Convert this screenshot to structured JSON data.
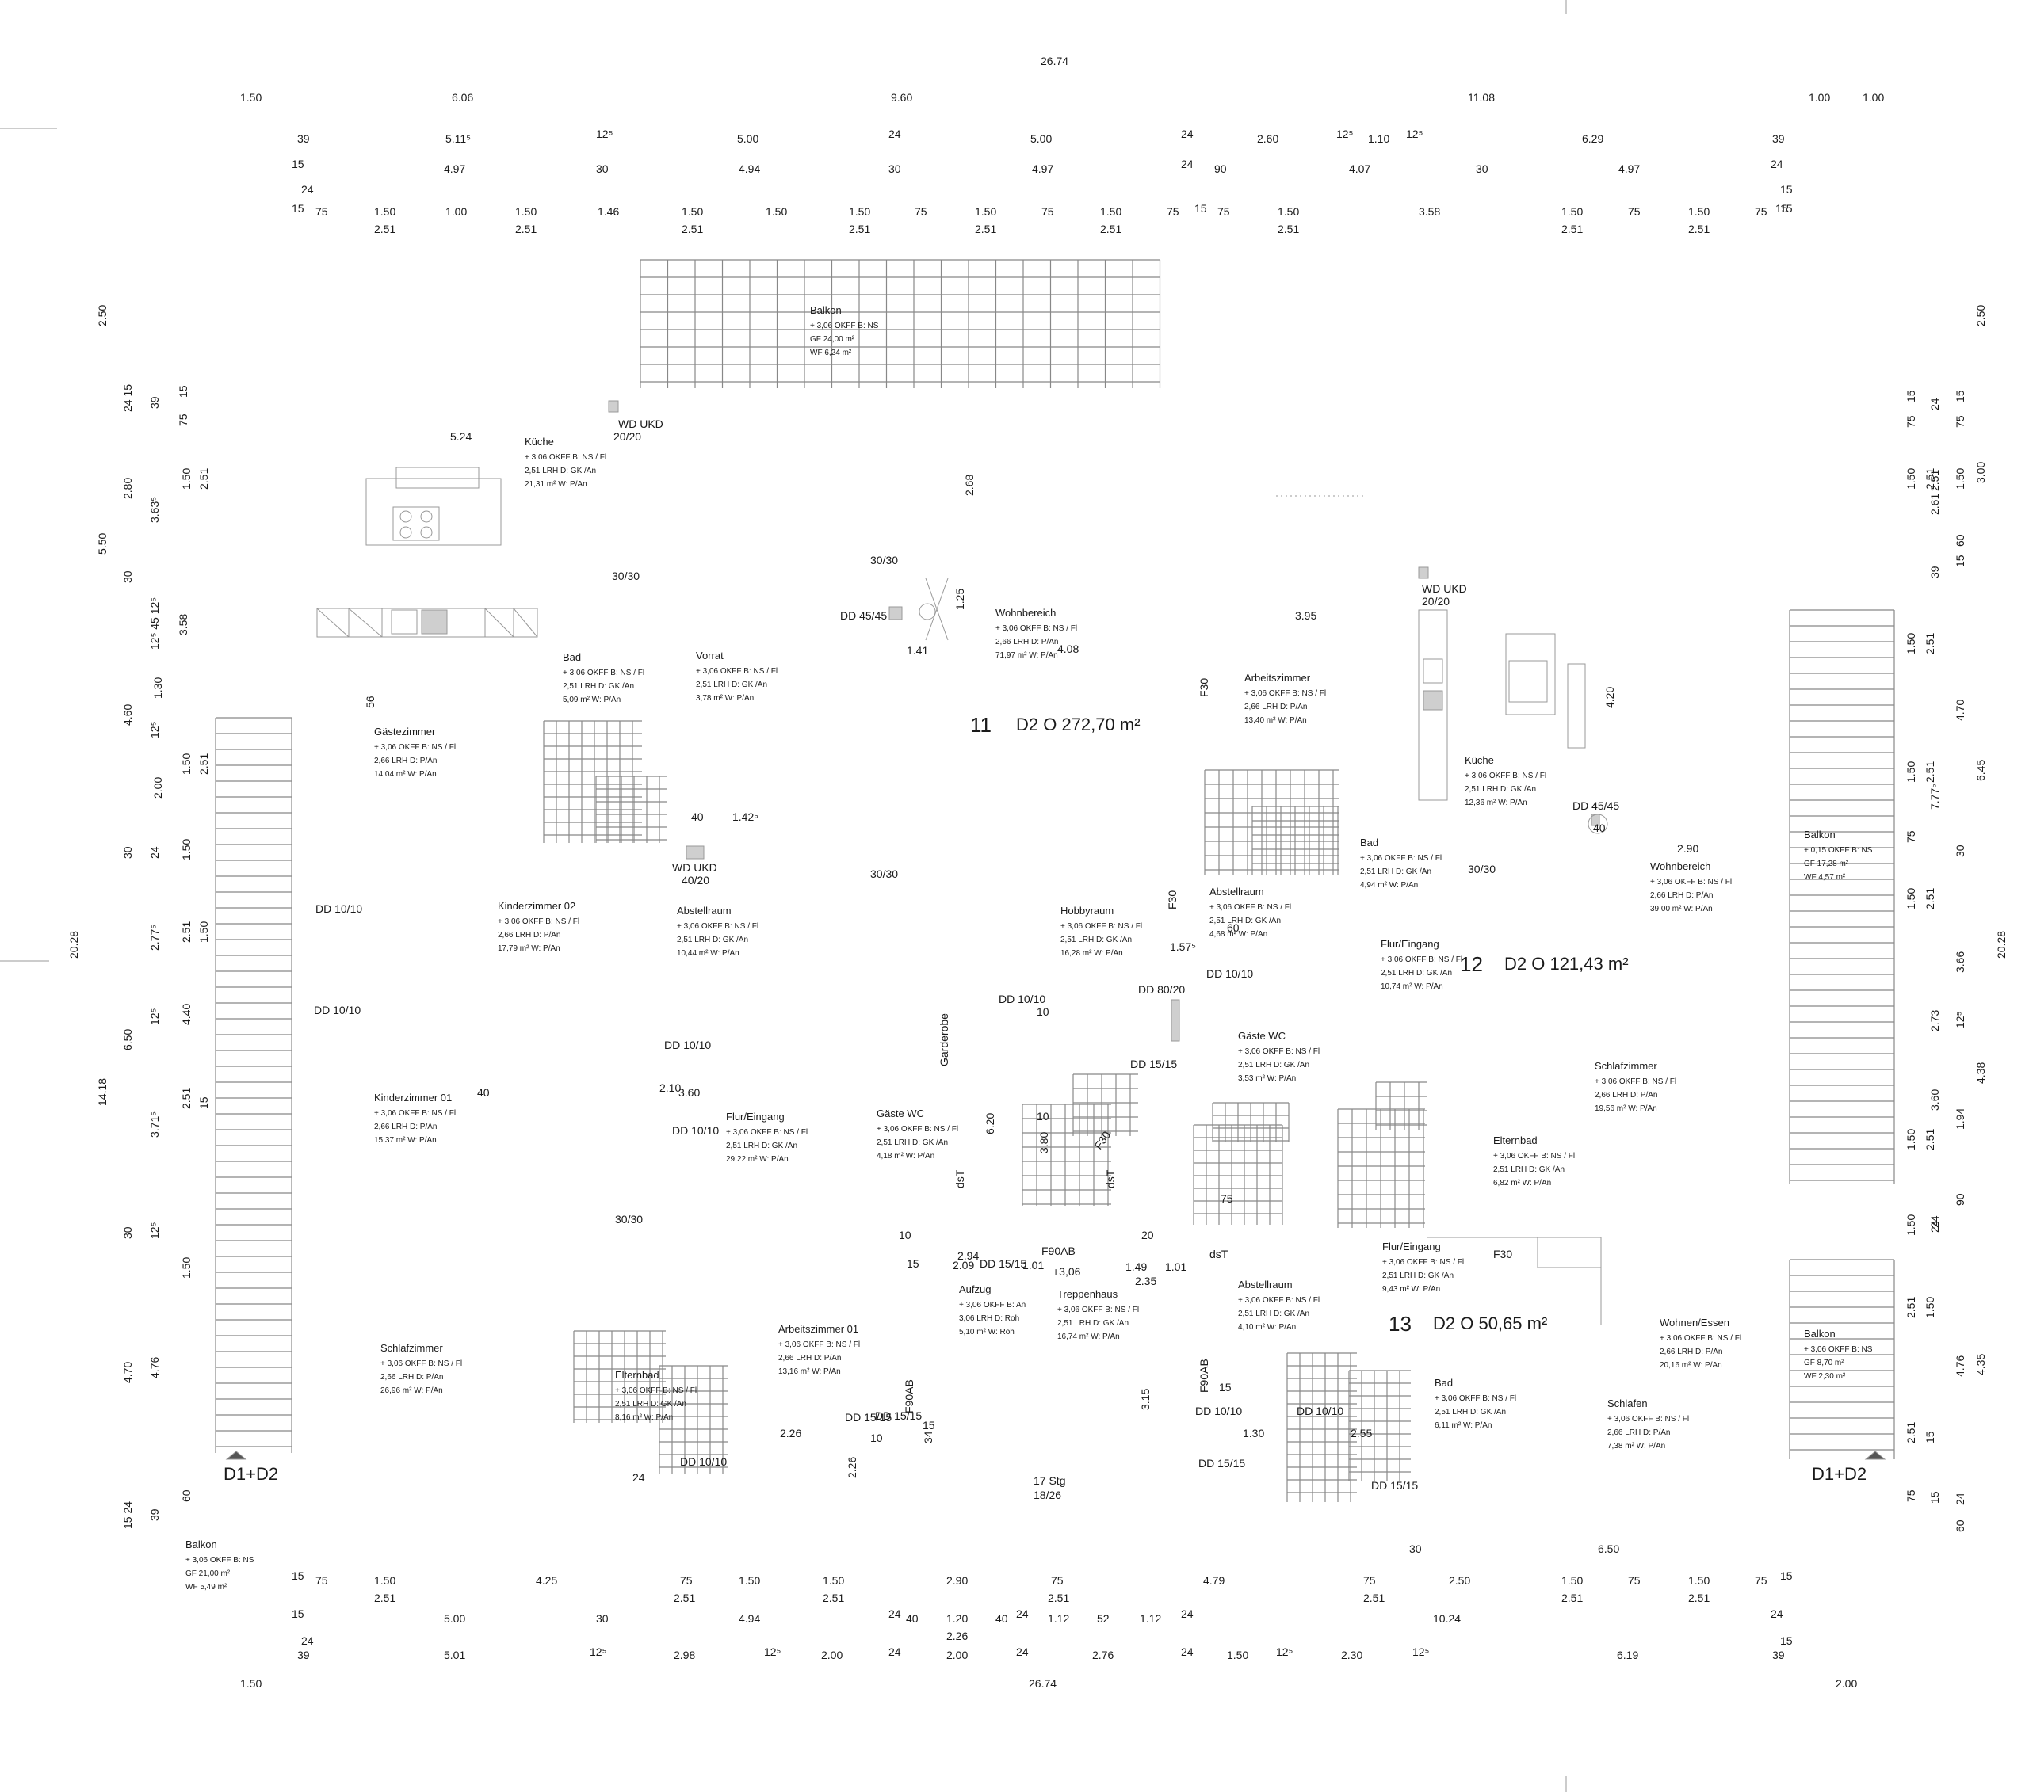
{
  "plan": {
    "top_dims": {
      "total": "26.74",
      "row1": [
        "1.50",
        "6.06",
        "9.60",
        "11.08",
        "1.00",
        "1.00"
      ],
      "row2": [
        "39",
        "5.11⁵",
        "12⁵",
        "5.00",
        "24",
        "5.00",
        "24",
        "2.60",
        "12⁵",
        "1.10",
        "12⁵",
        "6.29",
        "39"
      ],
      "row3": [
        "15",
        "4.97",
        "30",
        "4.94",
        "30",
        "4.97",
        "24",
        "90",
        "4.07",
        "30",
        "4.97",
        "24"
      ],
      "row4": [
        "24",
        "15"
      ],
      "row5": [
        "15",
        "75",
        "1.50",
        "1.00",
        "1.50",
        "1.46",
        "1.50",
        "1.50",
        "1.50",
        "75",
        "1.50",
        "75",
        "1.50",
        "75",
        "15",
        "75",
        "1.50",
        "3.58",
        "1.50",
        "75",
        "1.50",
        "75",
        "15",
        "15"
      ],
      "row6": [
        "2.51",
        "2.51",
        "2.51",
        "2.51",
        "2.51",
        "2.51",
        "2.51",
        "2.51",
        "2.51"
      ]
    },
    "bottom_dims": {
      "total": "26.74",
      "row1": [
        "15",
        "75",
        "1.50",
        "4.25",
        "75",
        "1.50",
        "1.50",
        "2.90",
        "75",
        "4.79",
        "75",
        "2.50",
        "1.50",
        "75",
        "1.50",
        "75",
        "15"
      ],
      "row2": [
        "2.51",
        "2.51",
        "2.51",
        "2.51",
        "2.51",
        "2.51",
        "2.51"
      ],
      "row3": [
        "15",
        "5.00",
        "30",
        "4.94",
        "24",
        "40",
        "1.20",
        "40",
        "24",
        "1.12",
        "52",
        "1.12",
        "24",
        "10.24",
        "24"
      ],
      "row3b": [
        "2.26"
      ],
      "row4": [
        "24",
        "39",
        "5.01",
        "12⁵",
        "2.98",
        "12⁵",
        "2.00",
        "24",
        "2.00",
        "24",
        "2.76",
        "24",
        "1.50",
        "12⁵",
        "2.30",
        "12⁵",
        "6.19",
        "15",
        "39"
      ],
      "row5": [
        "1.50",
        "2.00"
      ],
      "row0": [
        "30",
        "6.50"
      ]
    },
    "left_dims": {
      "total": "20.28",
      "outer": [
        "2.50",
        "5.50",
        "14.18"
      ],
      "mid": [
        "24 15",
        "2.80",
        "30",
        "4.60",
        "30",
        "6.50",
        "30",
        "4.70",
        "15 24"
      ],
      "inner": [
        "39",
        "3.63⁵",
        "12⁵ 45 12⁵",
        "12⁵",
        "24",
        "2.77⁵",
        "12⁵",
        "3.71⁵",
        "12⁵",
        "4.76",
        "39"
      ],
      "inner2": [
        "15",
        "75",
        "1.50",
        "2.51",
        "3.58",
        "1.30",
        "2.00",
        "1.50",
        "2.51",
        "1.50",
        "2.51",
        "1.50",
        "4.40",
        "1.50",
        "2.51",
        "15",
        "60"
      ]
    },
    "right_dims": {
      "total": "20.28",
      "outer": [
        "2.50",
        "3.00",
        "6.45",
        "4.38",
        "4.35"
      ],
      "mid": [
        "15",
        "75",
        "1.50",
        "60",
        "15",
        "4.70",
        "30",
        "3.66",
        "12⁵",
        "1.94",
        "90",
        "4.76",
        "24",
        "60"
      ],
      "inner": [
        "24",
        "2.51",
        "2.61",
        "39",
        "24",
        "15",
        "7.77⁵",
        "2.73",
        "3.60",
        "24"
      ],
      "inner2": [
        "15",
        "75",
        "1.50",
        "2.51",
        "1.50",
        "2.51",
        "1.50",
        "2.51",
        "75",
        "1.50",
        "2.51",
        "1.50",
        "2.51",
        "1.50",
        "2.51",
        "1.50",
        "2.51",
        "15",
        "75"
      ]
    },
    "units": [
      {
        "number": "11",
        "label": "D2  O 272,70 m²"
      },
      {
        "number": "12",
        "label": "D2  O 121,43 m²"
      },
      {
        "number": "13",
        "label": "D2  O 50,65 m²"
      }
    ],
    "stair_labels": [
      "D1+D2",
      "D1+D2"
    ],
    "rooms": [
      {
        "key": "balkon_top",
        "name": "Balkon",
        "l1": "+ 3,06 OKFF    B:  NS",
        "l2": "GF 24,00 m²",
        "l3": "WF 6,24 m²"
      },
      {
        "key": "kueche1",
        "name": "Küche",
        "l1": "+ 3,06 OKFF     B:  NS / Fl",
        "l2": "2,51 LRH      D:  GK /An",
        "l3": "21,31 m²      W:  P/An"
      },
      {
        "key": "wohnbereich1",
        "name": "Wohnbereich",
        "l1": "+ 3,06 OKFF     B:  NS / Fl",
        "l2": "2,66 LRH      D:  P/An",
        "l3": "71,97 m²      W:  P/An"
      },
      {
        "key": "bad1",
        "name": "Bad",
        "l1": "+ 3,06 OKFF     B:  NS / Fl",
        "l2": "2,51 LRH      D:  GK /An",
        "l3": "5,09 m²      W:  P/An"
      },
      {
        "key": "vorrat",
        "name": "Vorrat",
        "l1": "+ 3,06 OKFF     B:  NS / Fl",
        "l2": "2,51 LRH      D:  GK /An",
        "l3": "3,78 m²      W:  P/An"
      },
      {
        "key": "gaeste",
        "name": "Gästezimmer",
        "l1": "+ 3,06 OKFF     B:  NS / Fl",
        "l2": "2,66 LRH      D:  P/An",
        "l3": "14,04 m²      W:  P/An"
      },
      {
        "key": "arbeit1",
        "name": "Arbeitszimmer",
        "l1": "+ 3,06 OKFF     B:  NS / Fl",
        "l2": "2,66 LRH      D:  P/An",
        "l3": "13,40 m²      W:  P/An"
      },
      {
        "key": "kueche2",
        "name": "Küche",
        "l1": "+ 3,06 OKFF     B:  NS / Fl",
        "l2": "2,51 LRH      D:  GK /An",
        "l3": "12,36 m²      W:  P/An"
      },
      {
        "key": "bad2",
        "name": "Bad",
        "l1": "+ 3,06 OKFF     B:  NS / Fl",
        "l2": "2,51 LRH      D:  GK /An",
        "l3": "4,94 m²      W:  P/An"
      },
      {
        "key": "wohn2",
        "name": "Wohnbereich",
        "l1": "+ 3,06 OKFF     B:  NS / Fl",
        "l2": "2,66 LRH      D:  P/An",
        "l3": "39,00 m²      W:  P/An"
      },
      {
        "key": "balkon_r1",
        "name": "Balkon",
        "l1": "+ 0,15 OKFF     B:  NS",
        "l2": "GF 17,28 m²",
        "l3": "WF 4,57 m²"
      },
      {
        "key": "kinder2",
        "name": "Kinderzimmer 02",
        "l1": "+ 3,06 OKFF     B:  NS / Fl",
        "l2": "2,66 LRH      D:  P/An",
        "l3": "17,79 m²      W:  P/An"
      },
      {
        "key": "abstell1",
        "name": "Abstellraum",
        "l1": "+ 3,06 OKFF     B:  NS / Fl",
        "l2": "2,51 LRH      D:  GK /An",
        "l3": "10,44 m²      W:  P/An"
      },
      {
        "key": "hobby",
        "name": "Hobbyraum",
        "l1": "+ 3,06 OKFF     B:  NS / Fl",
        "l2": "2,51 LRH      D:  GK /An",
        "l3": "16,28 m²      W:  P/An"
      },
      {
        "key": "abstell2",
        "name": "Abstellraum",
        "l1": "+ 3,06 OKFF     B:  NS / Fl",
        "l2": "2,51 LRH      D:  GK /An",
        "l3": "4,68 m²      W:  P/An"
      },
      {
        "key": "flur2",
        "name": "Flur/Eingang",
        "l1": "+ 3,06 OKFF     B:  NS / Fl",
        "l2": "2,51 LRH      D:  GK /An",
        "l3": "10,74 m²      W:  P/An"
      },
      {
        "key": "gaestewc2",
        "name": "Gäste WC",
        "l1": "+ 3,06 OKFF     B:  NS / Fl",
        "l2": "2,51 LRH      D:  GK /An",
        "l3": "3,53 m²      W:  P/An"
      },
      {
        "key": "schlaf2",
        "name": "Schlafzimmer",
        "l1": "+ 3,06 OKFF     B:  NS / Fl",
        "l2": "2,66 LRH      D:  P/An",
        "l3": "19,56 m²      W:  P/An"
      },
      {
        "key": "kinder1",
        "name": "Kinderzimmer 01",
        "l1": "+ 3,06 OKFF     B:  NS / Fl",
        "l2": "2,66 LRH      D:  P/An",
        "l3": "15,37 m²      W:  P/An"
      },
      {
        "key": "flur1",
        "name": "Flur/Eingang",
        "l1": "+ 3,06 OKFF     B:  NS / Fl",
        "l2": "2,51 LRH      D:  GK /An",
        "l3": "29,22 m²      W:  P/An"
      },
      {
        "key": "gaestewc1",
        "name": "Gäste WC",
        "l1": "+ 3,06 OKFF     B:  NS / Fl",
        "l2": "2,51 LRH      D:  GK /An",
        "l3": "4,18 m²      W:  P/An"
      },
      {
        "key": "elternbad2",
        "name": "Elternbad",
        "l1": "+ 3,06 OKFF     B:  NS / Fl",
        "l2": "2,51 LRH      D:  GK /An",
        "l3": "6,82 m²      W:  P/An"
      },
      {
        "key": "flur3",
        "name": "Flur/Eingang",
        "l1": "+ 3,06 OKFF     B:  NS / Fl",
        "l2": "2,51 LRH      D:  GK /An",
        "l3": "9,43 m²      W:  P/An"
      },
      {
        "key": "aufzug",
        "name": "Aufzug",
        "l1": "+ 3,06 OKFF     B:  An",
        "l2": "3,06 LRH      D:  Roh",
        "l3": "5,10 m²      W:  Roh"
      },
      {
        "key": "treppe",
        "name": "Treppenhaus",
        "l1": "+ 3,06 OKFF     B:  NS / Fl",
        "l2": "2,51 LRH      D:  GK /An",
        "l3": "16,74 m²      W:  P/An"
      },
      {
        "key": "abstell3",
        "name": "Abstellraum",
        "l1": "+ 3,06 OKFF     B:  NS / Fl",
        "l2": "2,51 LRH      D:  GK /An",
        "l3": "4,10 m²      W:  P/An"
      },
      {
        "key": "schlaf1",
        "name": "Schlafzimmer",
        "l1": "+ 3,06 OKFF     B:  NS / Fl",
        "l2": "2,66 LRH      D:  P/An",
        "l3": "26,96 m²      W:  P/An"
      },
      {
        "key": "arbeit2",
        "name": "Arbeitszimmer 01",
        "l1": "+ 3,06 OKFF     B:  NS / Fl",
        "l2": "2,66 LRH      D:  P/An",
        "l3": "13,16 m²      W:  P/An"
      },
      {
        "key": "elternbad1",
        "name": "Elternbad",
        "l1": "+ 3,06 OKFF     B:  NS / Fl",
        "l2": "2,51 LRH      D:  GK /An",
        "l3": "8,16 m²      W:  P/An"
      },
      {
        "key": "wohnen3",
        "name": "Wohnen/Essen",
        "l1": "+ 3,06 OKFF     B:  NS / Fl",
        "l2": "2,66 LRH      D:  P/An",
        "l3": "20,16 m²      W:  P/An"
      },
      {
        "key": "bad3",
        "name": "Bad",
        "l1": "+ 3,06 OKFF     B:  NS / Fl",
        "l2": "2,51 LRH      D:  GK /An",
        "l3": "6,11 m²      W:  P/An"
      },
      {
        "key": "schlafen3",
        "name": "Schlafen",
        "l1": "+ 3,06 OKFF     B:  NS / Fl",
        "l2": "2,66 LRH      D:  P/An",
        "l3": "7,38 m²      W:  P/An"
      },
      {
        "key": "balkon_r2",
        "name": "Balkon",
        "l1": "+ 3,06 OKFF     B:  NS",
        "l2": "GF 8,70 m²",
        "l3": "WF 2,30 m²"
      },
      {
        "key": "balkon_bl",
        "name": "Balkon",
        "l1": "+ 3,06 OKFF     B:  NS",
        "l2": "GF 21,00 m²",
        "l3": "WF 5,49 m²"
      }
    ],
    "annotations": [
      "WD UKD",
      "20/20",
      "WD UKD",
      "20/20",
      "WD UKD",
      "40/20",
      "30/30",
      "30/30",
      "30/30",
      "30/30",
      "30/30",
      "DD 45/45",
      "DD 45/45",
      "DD 10/10",
      "DD 10/10",
      "DD 10/10",
      "DD 10/10",
      "DD 10/10",
      "DD 10/10",
      "DD 10/10",
      "DD 10/10",
      "DD 10/10",
      "DD 80/20",
      "DD 15/15",
      "DD 15/15",
      "DD 15/15",
      "DD 15/15",
      "DD 15/15",
      "DD 15/15",
      "F30",
      "F30",
      "F30",
      "F30",
      "F90AB",
      "F90AB",
      "F90AB",
      "Garderobe",
      "dsT",
      "dsT",
      "dsT",
      "+3,06",
      "17 Stg",
      "18/26",
      "5.24",
      "2.68",
      "1.41",
      "1.25",
      "4.08",
      "3.95",
      "4.20",
      "2.90",
      "1.42⁵",
      "40",
      "40",
      "40",
      "6.20",
      "3.80",
      "2.94",
      "2.09",
      "1.01",
      "1.49",
      "2.35",
      "1.01",
      "2.26",
      "2.26",
      "34",
      "3.15",
      "1.30",
      "2.55",
      "3.60",
      "2.10",
      "1.57⁵",
      "60",
      "10",
      "10",
      "20",
      "10",
      "10",
      "15",
      "15",
      "15",
      "24",
      "56",
      "75",
      "90",
      "30",
      "30"
    ]
  }
}
